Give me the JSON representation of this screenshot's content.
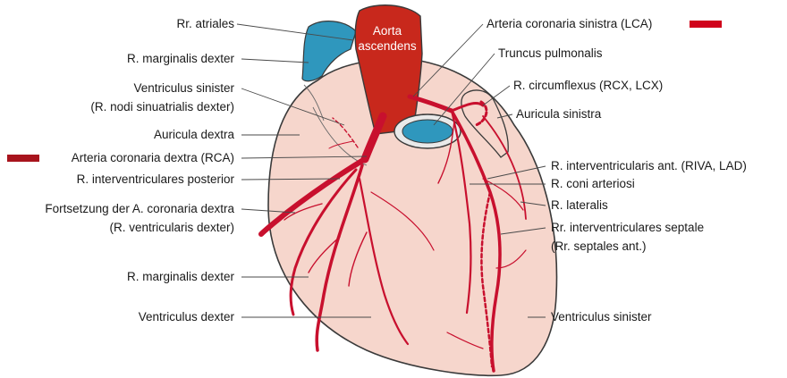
{
  "aorta_label": [
    "Aorta",
    "ascendens"
  ],
  "legend": {
    "lca": {
      "label": "Arteria coronaria sinistra (LCA)",
      "color": "#d0021b"
    },
    "rca": {
      "label": "Arteria coronaria dextra (RCA)",
      "color": "#a8141d"
    }
  },
  "labels_left": [
    {
      "lines": [
        "Rr. atriales"
      ]
    },
    {
      "lines": [
        "R. marginalis dexter"
      ]
    },
    {
      "lines": [
        "Ventriculus sinister",
        "(R. nodi sinuatrialis dexter)"
      ]
    },
    {
      "lines": [
        "Auricula dextra"
      ]
    },
    {
      "lines": [
        "Arteria coronaria dextra (RCA)"
      ]
    },
    {
      "lines": [
        "R. interventriculares posterior"
      ]
    },
    {
      "lines": [
        "Fortsetzung der A. coronaria dextra",
        "(R. ventricularis dexter)"
      ]
    },
    {
      "lines": [
        "R. marginalis dexter"
      ]
    },
    {
      "lines": [
        "Ventriculus dexter"
      ]
    }
  ],
  "labels_right": [
    {
      "lines": [
        "Arteria coronaria sinistra (LCA)"
      ]
    },
    {
      "lines": [
        "Truncus pulmonalis"
      ]
    },
    {
      "lines": [
        "R. circumflexus (RCX, LCX)"
      ]
    },
    {
      "lines": [
        "Auricula sinistra"
      ]
    },
    {
      "lines": [
        "R. interventricularis ant. (RIVA, LAD)"
      ]
    },
    {
      "lines": [
        "R. coni arteriosi"
      ]
    },
    {
      "lines": [
        "R. lateralis"
      ]
    },
    {
      "lines": [
        "Rr. interventriculares septale",
        "(Rr. septales ant.)"
      ]
    },
    {
      "lines": [
        "Ventriculus sinister"
      ]
    }
  ],
  "colors": {
    "heart_fill": "#f6d6cc",
    "outline": "#3a3a3a",
    "artery": "#c8102e",
    "aorta": "#c8281c",
    "pulmonary": "#2f97bd"
  }
}
